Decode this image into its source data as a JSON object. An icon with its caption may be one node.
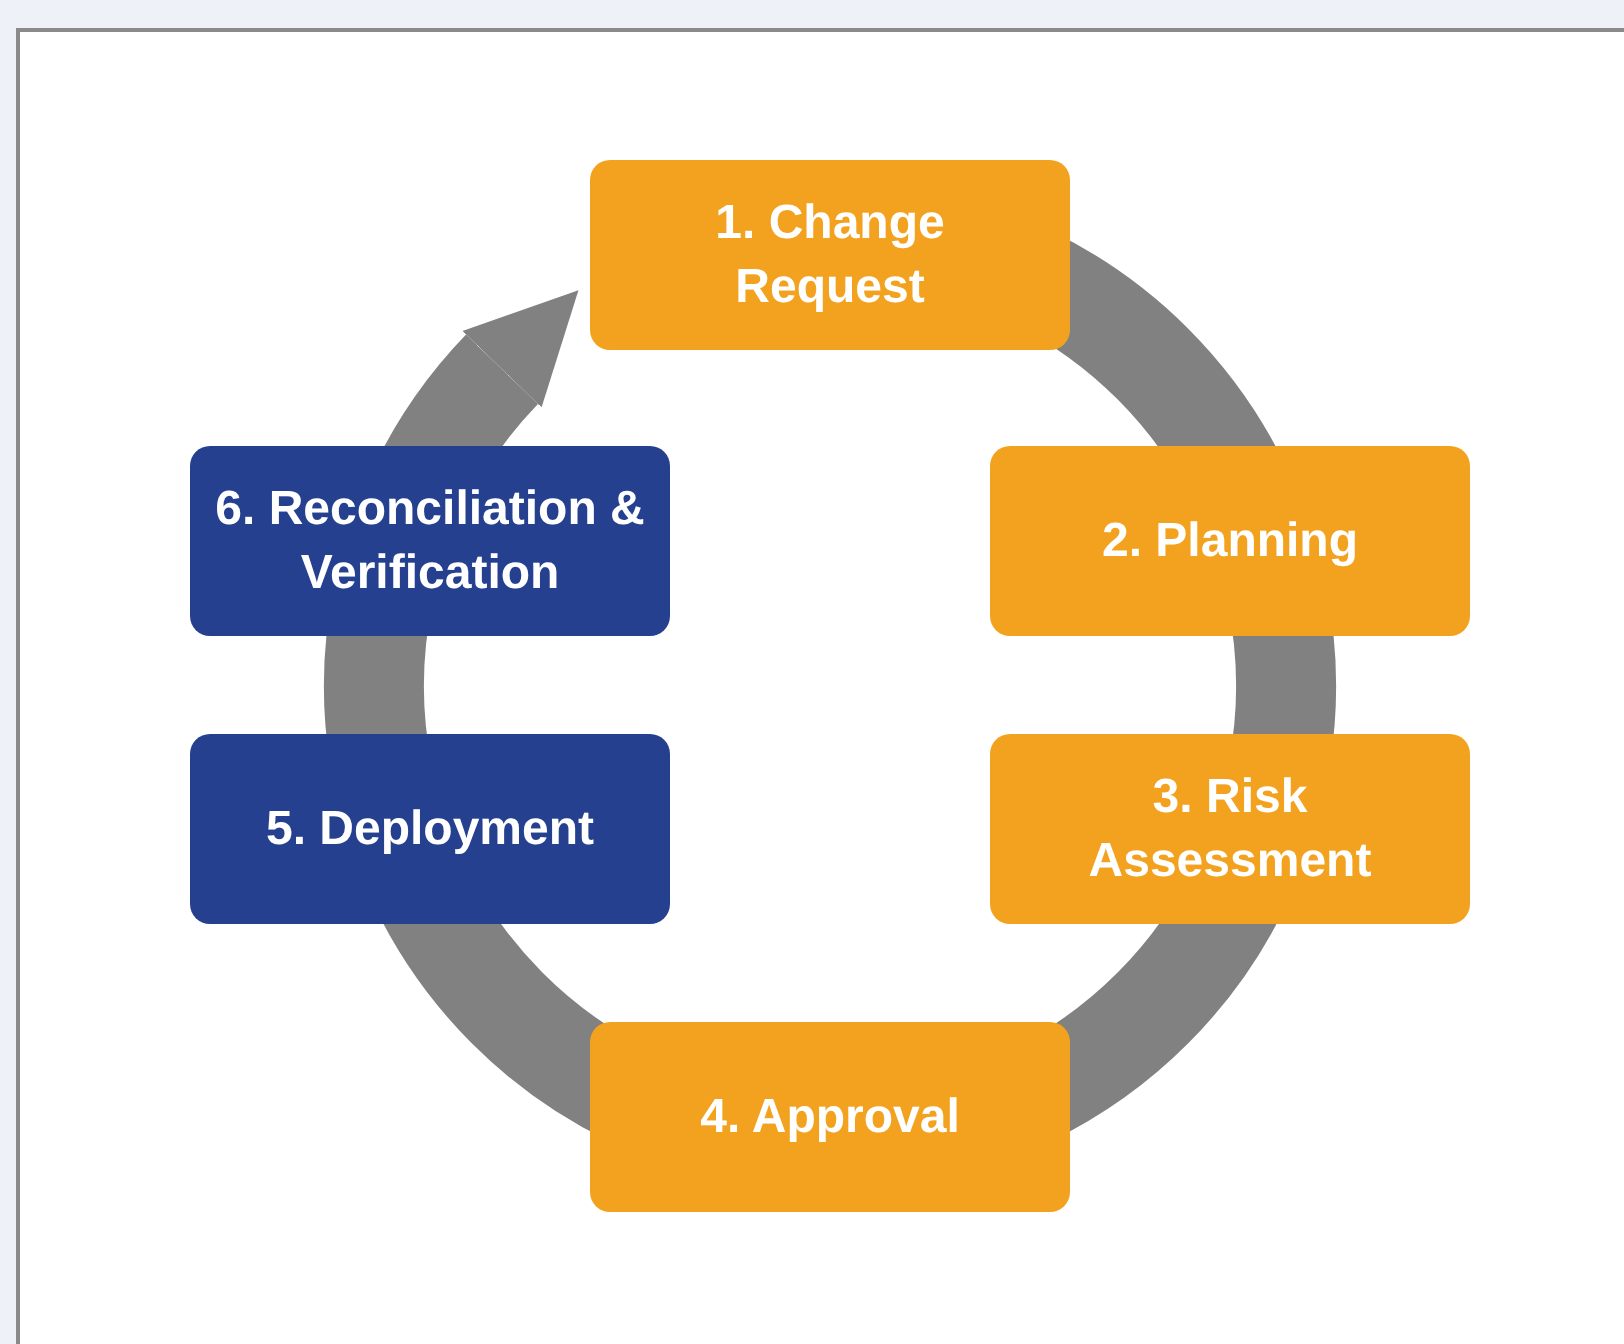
{
  "diagram": {
    "nodes": [
      {
        "text": [
          "1. Change Request"
        ]
      },
      {
        "text": [
          "2. Planning"
        ]
      },
      {
        "text": [
          "3. Risk Assessment"
        ]
      },
      {
        "text": [
          "4. Approval"
        ]
      },
      {
        "text": [
          "5. Deployment"
        ]
      },
      {
        "text": [
          "6. Reconciliation & Verification"
        ]
      }
    ],
    "edges": [
      {
        "from": 0,
        "to": 1,
        "arrow": "none"
      },
      {
        "from": 1,
        "to": 2,
        "arrow": "none"
      },
      {
        "from": 2,
        "to": 3,
        "arrow": "none"
      },
      {
        "from": 3,
        "to": 4,
        "arrow": "none"
      },
      {
        "from": 4,
        "to": 5,
        "arrow": "none"
      },
      {
        "from": 5,
        "to": 0,
        "arrow": "to"
      }
    ]
  }
}
